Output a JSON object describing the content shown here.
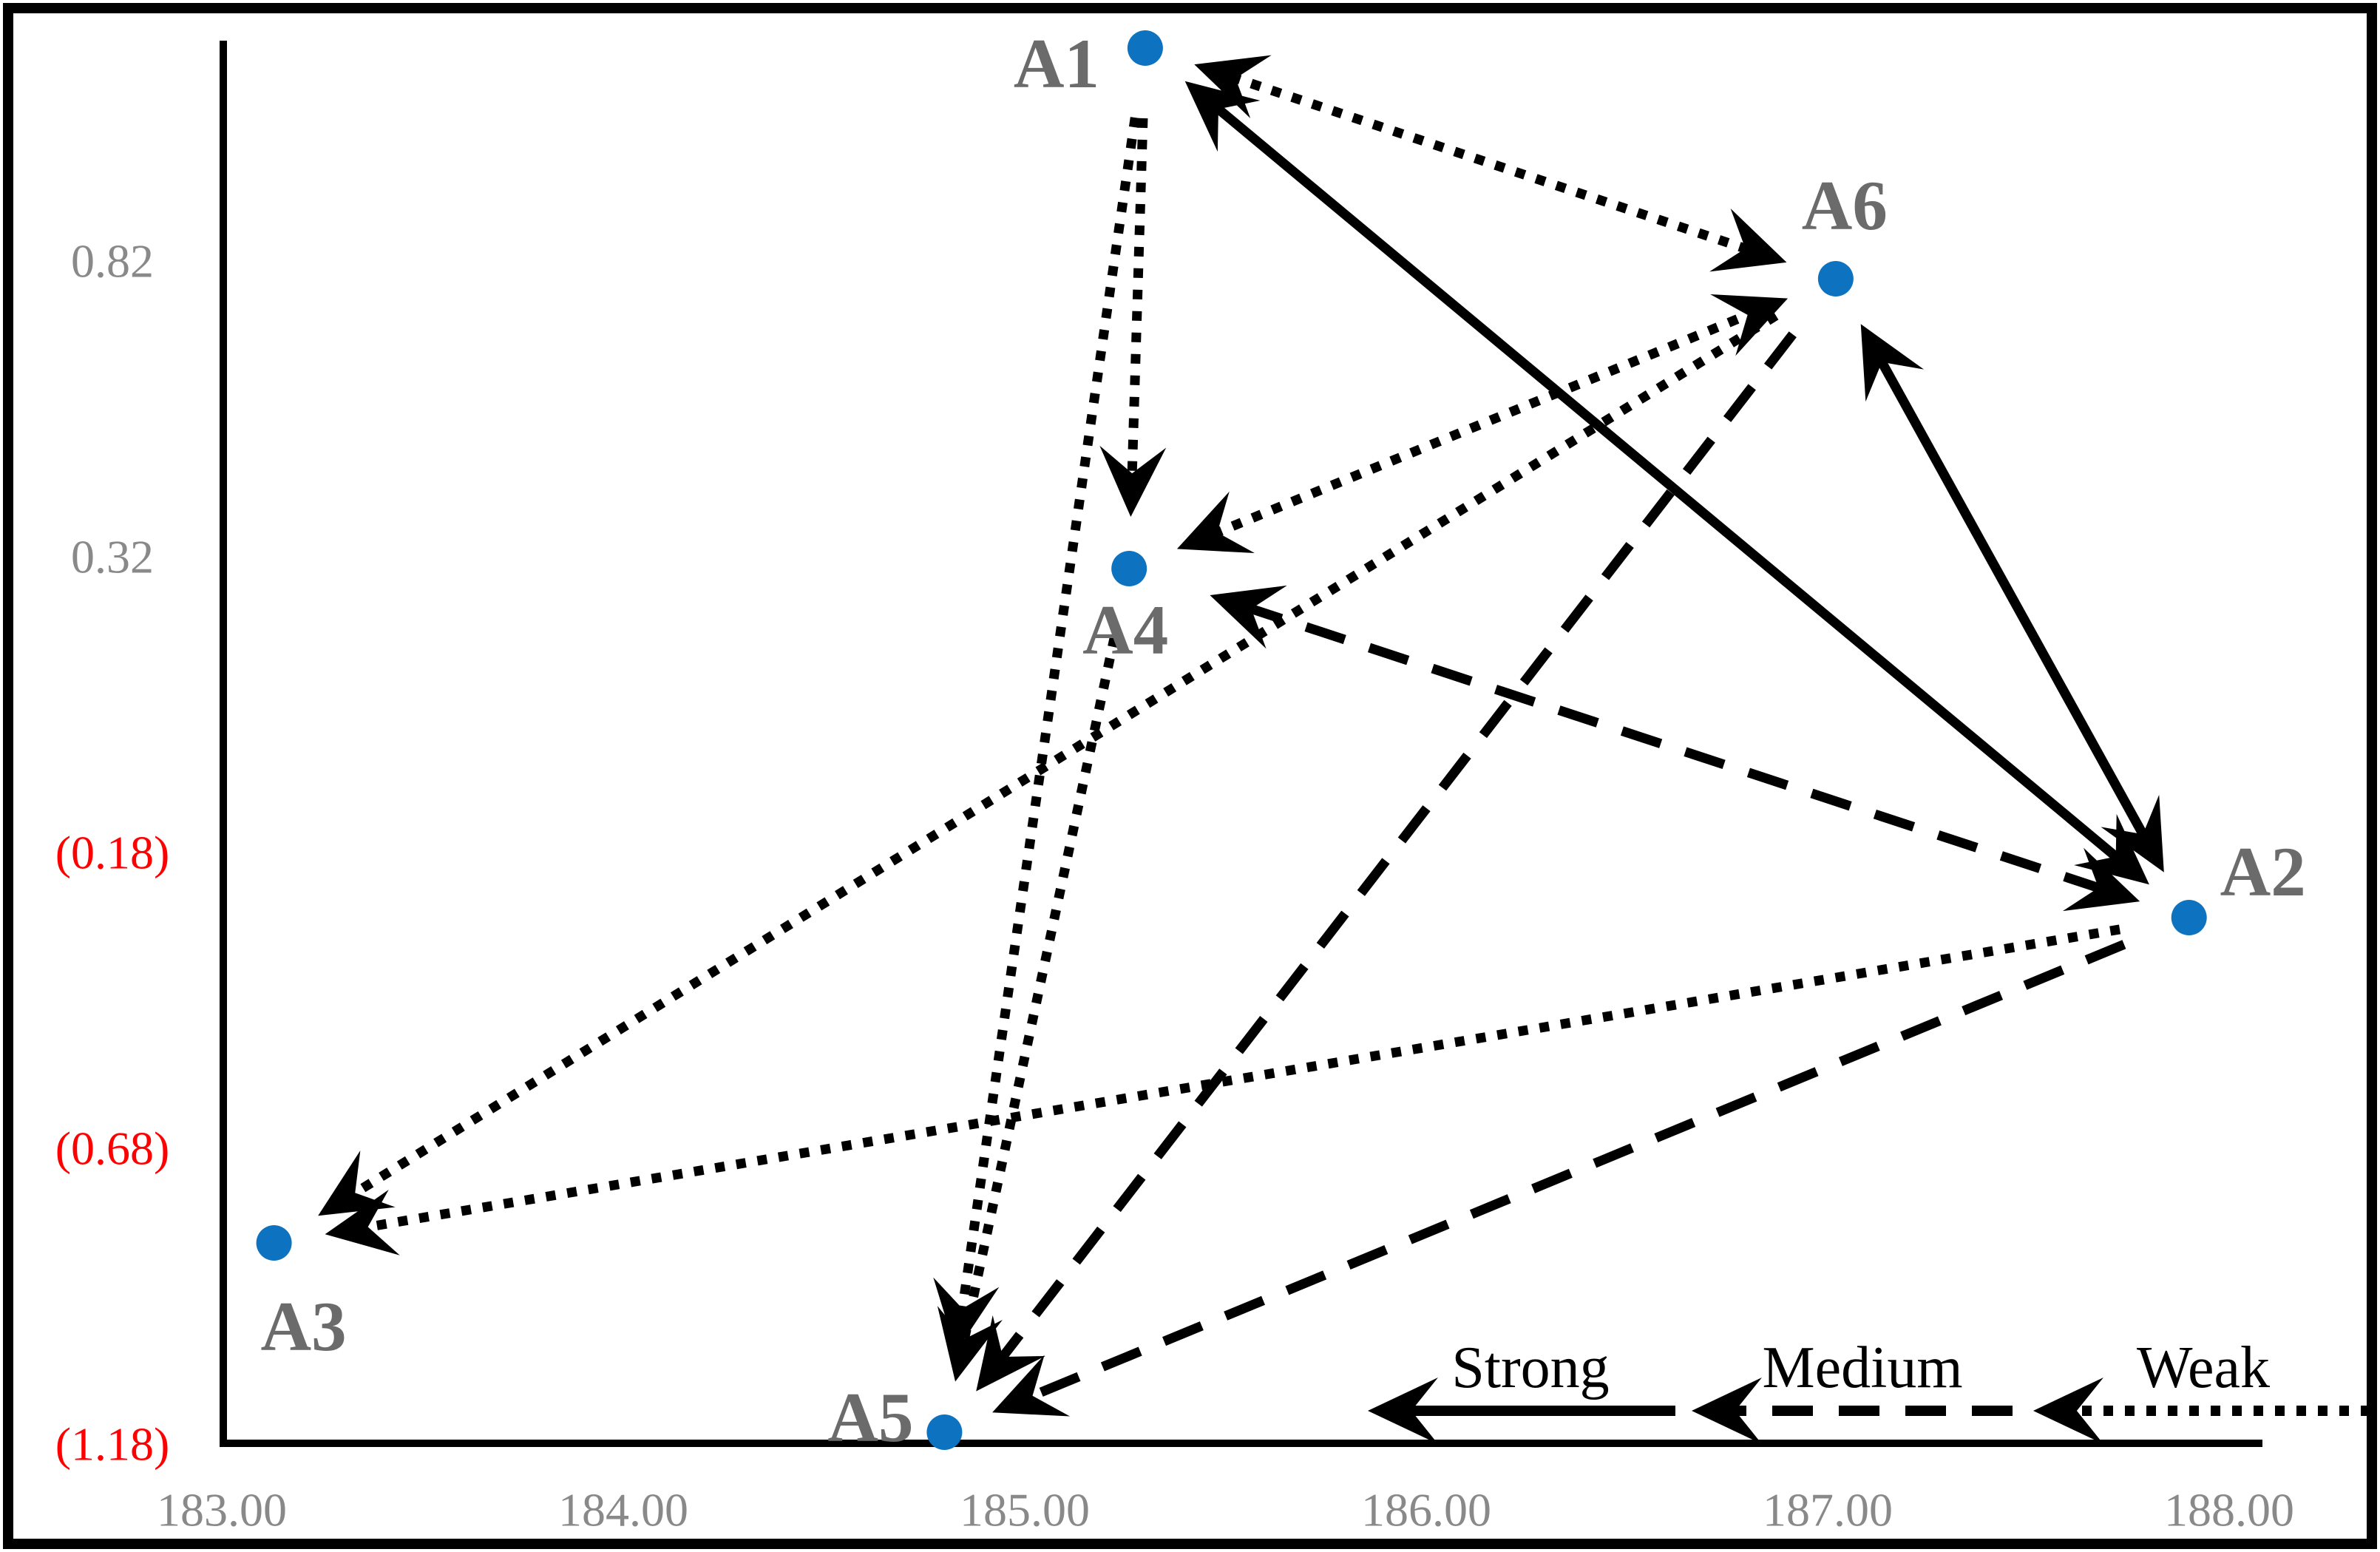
{
  "chart_data": {
    "type": "scatter",
    "title": "",
    "xlabel": "",
    "ylabel": "",
    "xlim": [
      183.0,
      188.0
    ],
    "ylim": [
      -1.18,
      1.32
    ],
    "grid": false,
    "x_ticks": [
      {
        "label": "183.00",
        "value": 183.0
      },
      {
        "label": "184.00",
        "value": 184.0
      },
      {
        "label": "185.00",
        "value": 185.0
      },
      {
        "label": "186.00",
        "value": 186.0
      },
      {
        "label": "187.00",
        "value": 187.0
      },
      {
        "label": "188.00",
        "value": 188.0
      }
    ],
    "y_ticks": [
      {
        "label": "0.82",
        "value": 0.82,
        "negative": false
      },
      {
        "label": "0.32",
        "value": 0.32,
        "negative": false
      },
      {
        "label": "(0.18)",
        "value": -0.18,
        "negative": true
      },
      {
        "label": "(0.68)",
        "value": -0.68,
        "negative": true
      },
      {
        "label": "(1.18)",
        "value": -1.18,
        "negative": true
      }
    ],
    "nodes": [
      {
        "id": "A1",
        "label": "A1",
        "x": 185.3,
        "y": 1.18,
        "label_pos": "left"
      },
      {
        "id": "A2",
        "label": "A2",
        "x": 187.9,
        "y": -0.29,
        "label_pos": "right"
      },
      {
        "id": "A3",
        "label": "A3",
        "x": 183.13,
        "y": -0.84,
        "label_pos": "below"
      },
      {
        "id": "A4",
        "label": "A4",
        "x": 185.26,
        "y": 0.3,
        "label_pos": "below"
      },
      {
        "id": "A5",
        "label": "A5",
        "x": 184.8,
        "y": -1.16,
        "label_pos": "left"
      },
      {
        "id": "A6",
        "label": "A6",
        "x": 187.02,
        "y": 0.79,
        "label_pos": "above"
      }
    ],
    "edges": [
      {
        "from": "A1",
        "to": "A2",
        "strength": "strong",
        "double": true
      },
      {
        "from": "A6",
        "to": "A2",
        "strength": "strong",
        "double": true
      },
      {
        "from": "A2",
        "to": "A4",
        "strength": "medium",
        "double": true
      },
      {
        "from": "A2",
        "to": "A5",
        "strength": "medium",
        "double": false
      },
      {
        "from": "A6",
        "to": "A5",
        "strength": "medium",
        "double": false
      },
      {
        "from": "A1",
        "to": "A6",
        "strength": "weak",
        "double": true
      },
      {
        "from": "A4",
        "to": "A6",
        "strength": "weak",
        "double": true
      },
      {
        "from": "A1",
        "to": "A4",
        "strength": "weak",
        "double": false
      },
      {
        "from": "A1",
        "to": "A5",
        "strength": "weak",
        "double": false
      },
      {
        "from": "A4",
        "to": "A5",
        "strength": "weak",
        "double": false
      },
      {
        "from": "A6",
        "to": "A3",
        "strength": "weak",
        "double": false
      },
      {
        "from": "A2",
        "to": "A3",
        "strength": "weak",
        "double": false
      }
    ],
    "legend": [
      {
        "label": "Strong",
        "style": "strong"
      },
      {
        "label": "Medium",
        "style": "medium"
      },
      {
        "label": "Weak",
        "style": "weak"
      }
    ],
    "legend_position": "bottom-right",
    "colors": {
      "node_fill": "#0d72bf",
      "node_label": "#6b6b6b",
      "tick_label": "#898989",
      "tick_label_negative": "#ff0000",
      "line": "#000000",
      "legend_text": "#000000",
      "border": "#000000",
      "background": "#ffffff"
    }
  }
}
